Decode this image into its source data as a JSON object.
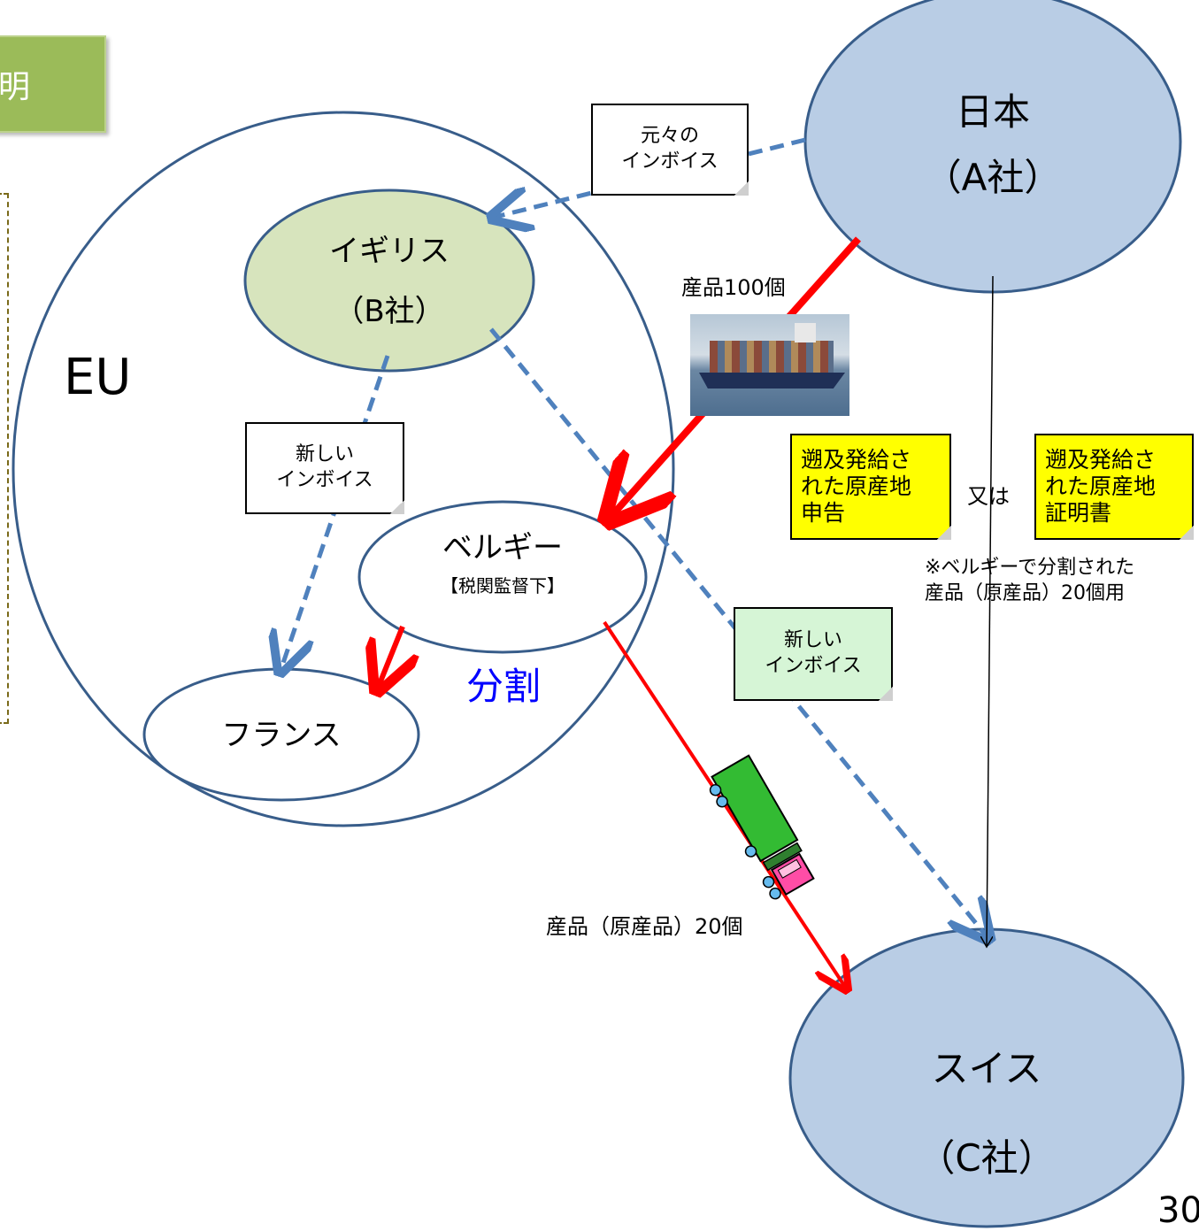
{
  "header": {
    "label": "明"
  },
  "regions": {
    "eu_label": "EU",
    "japan": {
      "line1": "日本",
      "line2": "（A社）"
    },
    "uk": {
      "line1": "イギリス",
      "line2": "（B社）"
    },
    "belgium": {
      "line1": "ベルギー",
      "line2": "【税関監督下】"
    },
    "france": {
      "line1": "フランス"
    },
    "switzerland": {
      "line1": "スイス",
      "line2": "（C社）"
    }
  },
  "notes": {
    "original_invoice": [
      "元々の",
      "インボイス"
    ],
    "new_invoice_uk_france": [
      "新しい",
      "インボイス"
    ],
    "new_invoice_uk_swiss": [
      "新しい",
      "インボイス"
    ],
    "retro_declaration": [
      "遡及発給さ",
      "れた原産地",
      "申告"
    ],
    "retro_certificate": [
      "遡及発給さ",
      "れた原産地",
      "証明書"
    ]
  },
  "labels": {
    "product_100": "産品100個",
    "split": "分割",
    "or": "又は",
    "belgium_note": [
      "※ベルギーで分割された",
      "産品（原産品）20個用"
    ],
    "product_20": "産品（原産品）20個",
    "page_number": "30"
  },
  "colors": {
    "blue_ellipse": "#b9cde5",
    "green_ellipse": "#d7e4bd",
    "outline": "#385d8a",
    "red_arrow": "#ff0000",
    "blue_dash": "#4f81bd",
    "split_text": "#0000ff"
  },
  "icons": {
    "ship": "container-ship-photo",
    "truck": "truck-clipart"
  }
}
